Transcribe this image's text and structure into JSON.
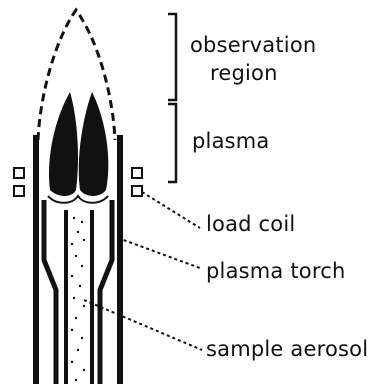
{
  "labels": {
    "observation_region_line1": "observation",
    "observation_region_line2": "region",
    "plasma": "plasma",
    "load_coil": "load coil",
    "plasma_torch": "plasma torch",
    "sample_aerosol": "sample aerosol"
  },
  "colors": {
    "ink": "#111111",
    "background": "#ffffff"
  }
}
